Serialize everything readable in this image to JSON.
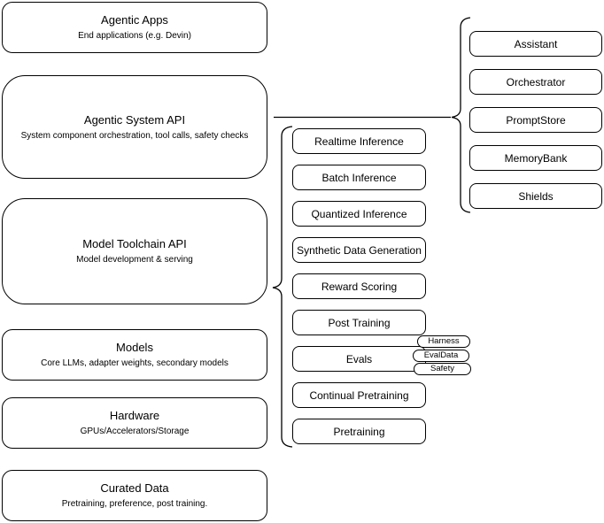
{
  "diagram": {
    "background": "#ffffff",
    "stroke_color": "#000000",
    "text_color": "#000000",
    "layers": [
      {
        "title": "Agentic Apps",
        "subtitle": "End applications (e.g. Devin)"
      },
      {
        "title": "Agentic System API",
        "subtitle": "System component orchestration, tool calls, safety checks"
      },
      {
        "title": "Model Toolchain API",
        "subtitle": "Model development & serving"
      },
      {
        "title": "Models",
        "subtitle": "Core LLMs, adapter weights, secondary models"
      },
      {
        "title": "Hardware",
        "subtitle": "GPUs/Accelerators/Storage"
      },
      {
        "title": "Curated Data",
        "subtitle": "Pretraining, preference, post training."
      }
    ],
    "toolchain_components": [
      "Realtime Inference",
      "Batch Inference",
      "Quantized Inference",
      "Synthetic Data Generation",
      "Reward Scoring",
      "Post Training",
      "Evals",
      "Continual Pretraining",
      "Pretraining"
    ],
    "evals_tags": [
      "Harness",
      "EvalData",
      "Safety"
    ],
    "system_components": [
      "Assistant",
      "Orchestrator",
      "PromptStore",
      "MemoryBank",
      "Shields"
    ]
  }
}
